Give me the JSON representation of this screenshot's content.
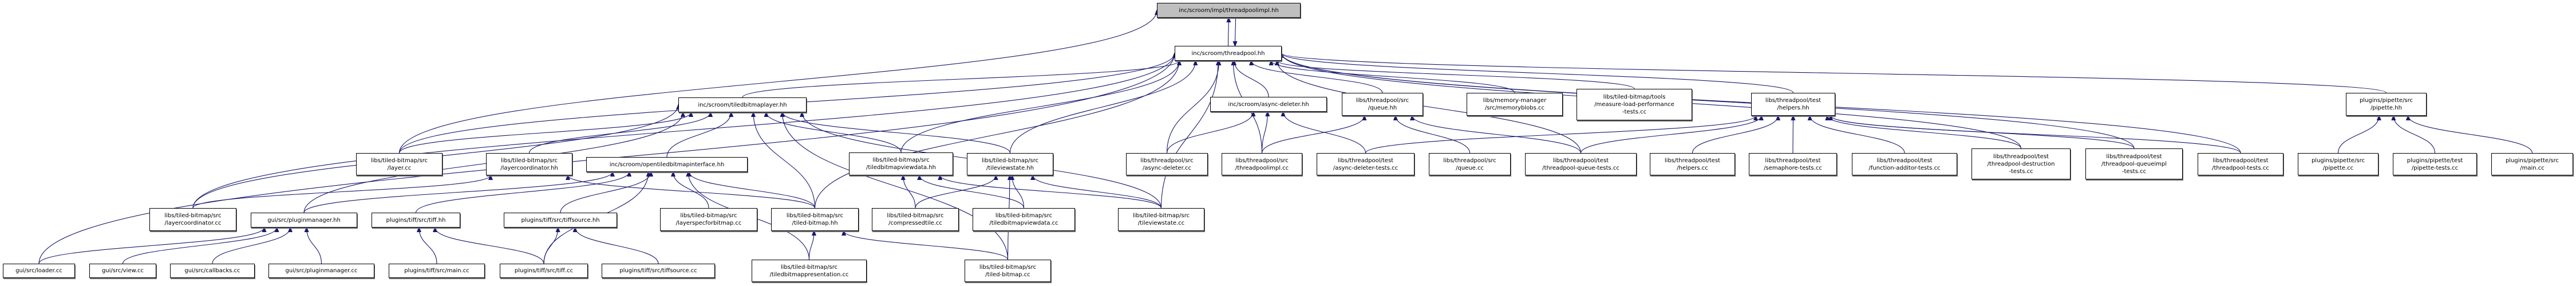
{
  "title": "Include dependency graph for inc/scroom/impl/threadpoolimpl.hh",
  "colors": {
    "edge": "#191970",
    "root_fill": "#bfbfbf",
    "node_fill": "#ffffff",
    "border": "#000000"
  },
  "nodes": {
    "threadpoolimpl_hh": {
      "label": "inc/scroom/impl/threadpoolimpl.hh",
      "root": true
    },
    "threadpool_hh": {
      "label": "inc/scroom/threadpool.hh"
    },
    "tiledbitmaplayer_hh": {
      "label": "inc/scroom/tiledbitmaplayer.hh"
    },
    "layer_cc": {
      "label": "libs/tiled-bitmap/src\n/layer.cc"
    },
    "layercoordinator_hh": {
      "label": "libs/tiled-bitmap/src\n/layercoordinator.hh"
    },
    "opentiledbitmapinterface_hh": {
      "label": "inc/scroom/opentiledbitmapinterface.hh"
    },
    "layercoordinator_cc": {
      "label": "libs/tiled-bitmap/src\n/layercoordinator.cc"
    },
    "pluginmanager_hh": {
      "label": "gui/src/pluginmanager.hh"
    },
    "tiff_hh": {
      "label": "plugins/tiff/src/tiff.hh"
    },
    "tiffsource_hh": {
      "label": "plugins/tiff/src/tiffsource.hh"
    },
    "layerspecforbitmap_cc": {
      "label": "libs/tiled-bitmap/src\n/layerspecforbitmap.cc"
    },
    "tiled_bitmap_hh": {
      "label": "libs/tiled-bitmap/src\n/tiled-bitmap.hh"
    },
    "loader_cc": {
      "label": "gui/src/loader.cc"
    },
    "view_cc": {
      "label": "gui/src/view.cc"
    },
    "callbacks_cc": {
      "label": "gui/src/callbacks.cc"
    },
    "pluginmanager_cc": {
      "label": "gui/src/pluginmanager.cc"
    },
    "tiff_main_cc": {
      "label": "plugins/tiff/src/main.cc"
    },
    "tiff_cc": {
      "label": "plugins/tiff/src/tiff.cc"
    },
    "tiffsource_cc": {
      "label": "plugins/tiff/src/tiffsource.cc"
    },
    "tiledbitmappresentation_cc": {
      "label": "libs/tiled-bitmap/src\n/tiledbitmappresentation.cc"
    },
    "tiledbitmapviewdata_hh": {
      "label": "libs/tiled-bitmap/src\n/tiledbitmapviewdata.hh"
    },
    "tileviewstate_hh": {
      "label": "libs/tiled-bitmap/src\n/tileviewstate.hh"
    },
    "compressedtile_cc": {
      "label": "libs/tiled-bitmap/src\n/compressedtile.cc"
    },
    "tiledbitmapviewdata_cc": {
      "label": "libs/tiled-bitmap/src\n/tiledbitmapviewdata.cc"
    },
    "tileviewstate_cc": {
      "label": "libs/tiled-bitmap/src\n/tileviewstate.cc"
    },
    "tiled_bitmap_cc": {
      "label": "libs/tiled-bitmap/src\n/tiled-bitmap.cc"
    },
    "async_deleter_hh": {
      "label": "inc/scroom/async-deleter.hh"
    },
    "queue_hh": {
      "label": "libs/threadpool/src\n/queue.hh"
    },
    "memoryblobs_cc": {
      "label": "libs/memory-manager\n/src/memoryblobs.cc"
    },
    "measure_load_cc": {
      "label": "libs/tiled-bitmap/tools\n/measure-load-performance\n-tests.cc"
    },
    "async_deleter_cc": {
      "label": "libs/threadpool/src\n/async-deleter.cc"
    },
    "threadpoolimpl_cc": {
      "label": "libs/threadpool/src\n/threadpoolimpl.cc"
    },
    "async_deleter_tests_cc": {
      "label": "libs/threadpool/test\n/async-deleter-tests.cc"
    },
    "queue_cc": {
      "label": "libs/threadpool/src\n/queue.cc"
    },
    "threadpool_queue_tests_cc": {
      "label": "libs/threadpool/test\n/threadpool-queue-tests.cc"
    },
    "helpers_hh": {
      "label": "libs/threadpool/test\n/helpers.hh"
    },
    "helpers_cc": {
      "label": "libs/threadpool/test\n/helpers.cc"
    },
    "semaphore_tests_cc": {
      "label": "libs/threadpool/test\n/semaphore-tests.cc"
    },
    "function_additor_tests_cc": {
      "label": "libs/threadpool/test\n/function-additor-tests.cc"
    },
    "threadpool_destruction_tests_cc": {
      "label": "libs/threadpool/test\n/threadpool-destruction\n-tests.cc"
    },
    "threadpool_queueimpl_tests_cc": {
      "label": "libs/threadpool/test\n/threadpool-queueimpl\n-tests.cc"
    },
    "threadpool_tests_cc": {
      "label": "libs/threadpool/test\n/threadpool-tests.cc"
    },
    "pipette_hh": {
      "label": "plugins/pipette/src\n/pipette.hh"
    },
    "pipette_cc": {
      "label": "plugins/pipette/src\n/pipette.cc"
    },
    "pipette_tests_cc": {
      "label": "plugins/pipette/test\n/pipette-tests.cc"
    },
    "pipette_main_cc": {
      "label": "plugins/pipette/src\n/main.cc"
    }
  },
  "edges": [
    [
      "threadpool_hh",
      "threadpoolimpl_hh"
    ],
    [
      "threadpoolimpl_hh",
      "threadpool_hh"
    ],
    [
      "layer_cc",
      "threadpoolimpl_hh"
    ],
    [
      "tiledbitmaplayer_hh",
      "threadpool_hh"
    ],
    [
      "layer_cc",
      "threadpool_hh"
    ],
    [
      "layercoordinator_cc",
      "threadpool_hh"
    ],
    [
      "loader_cc",
      "threadpool_hh"
    ],
    [
      "tiled_bitmap_hh",
      "threadpool_hh"
    ],
    [
      "tiledbitmapviewdata_hh",
      "threadpool_hh"
    ],
    [
      "tileviewstate_hh",
      "threadpool_hh"
    ],
    [
      "tileviewstate_cc",
      "threadpool_hh"
    ],
    [
      "async_deleter_hh",
      "threadpool_hh"
    ],
    [
      "async_deleter_cc",
      "threadpool_hh"
    ],
    [
      "threadpoolimpl_cc",
      "threadpool_hh"
    ],
    [
      "queue_hh",
      "threadpool_hh"
    ],
    [
      "memoryblobs_cc",
      "threadpool_hh"
    ],
    [
      "measure_load_cc",
      "threadpool_hh"
    ],
    [
      "threadpool_queue_tests_cc",
      "threadpool_hh"
    ],
    [
      "helpers_hh",
      "threadpool_hh"
    ],
    [
      "threadpool_destruction_tests_cc",
      "threadpool_hh"
    ],
    [
      "threadpool_queueimpl_tests_cc",
      "threadpool_hh"
    ],
    [
      "threadpool_tests_cc",
      "threadpool_hh"
    ],
    [
      "pipette_hh",
      "threadpool_hh"
    ],
    [
      "layer_cc",
      "tiledbitmaplayer_hh"
    ],
    [
      "layercoordinator_hh",
      "tiledbitmaplayer_hh"
    ],
    [
      "layercoordinator_cc",
      "tiledbitmaplayer_hh"
    ],
    [
      "opentiledbitmapinterface_hh",
      "tiledbitmaplayer_hh"
    ],
    [
      "pluginmanager_hh",
      "tiledbitmaplayer_hh"
    ],
    [
      "tiled_bitmap_hh",
      "tiledbitmaplayer_hh"
    ],
    [
      "tiledbitmapviewdata_hh",
      "tiledbitmaplayer_hh"
    ],
    [
      "tileviewstate_hh",
      "tiledbitmaplayer_hh"
    ],
    [
      "tileviewstate_cc",
      "tiledbitmaplayer_hh"
    ],
    [
      "tiled_bitmap_cc",
      "tiledbitmaplayer_hh"
    ],
    [
      "pluginmanager_hh",
      "opentiledbitmapinterface_hh"
    ],
    [
      "tiff_hh",
      "opentiledbitmapinterface_hh"
    ],
    [
      "tiffsource_hh",
      "opentiledbitmapinterface_hh"
    ],
    [
      "tiff_cc",
      "opentiledbitmapinterface_hh"
    ],
    [
      "layerspecforbitmap_cc",
      "opentiledbitmapinterface_hh"
    ],
    [
      "tiled_bitmap_hh",
      "opentiledbitmapinterface_hh"
    ],
    [
      "tiledbitmappresentation_cc",
      "opentiledbitmapinterface_hh"
    ],
    [
      "layercoordinator_cc",
      "layercoordinator_hh"
    ],
    [
      "tiled_bitmap_hh",
      "layercoordinator_hh"
    ],
    [
      "loader_cc",
      "pluginmanager_hh"
    ],
    [
      "view_cc",
      "pluginmanager_hh"
    ],
    [
      "callbacks_cc",
      "pluginmanager_hh"
    ],
    [
      "pluginmanager_cc",
      "pluginmanager_hh"
    ],
    [
      "tiff_main_cc",
      "tiff_hh"
    ],
    [
      "tiff_cc",
      "tiff_hh"
    ],
    [
      "tiff_cc",
      "tiffsource_hh"
    ],
    [
      "tiffsource_cc",
      "tiffsource_hh"
    ],
    [
      "tiledbitmappresentation_cc",
      "tiled_bitmap_hh"
    ],
    [
      "tiled_bitmap_cc",
      "tiled_bitmap_hh"
    ],
    [
      "compressedtile_cc",
      "tiledbitmapviewdata_hh"
    ],
    [
      "tiledbitmapviewdata_cc",
      "tiledbitmapviewdata_hh"
    ],
    [
      "tileviewstate_cc",
      "tiledbitmapviewdata_hh"
    ],
    [
      "compressedtile_cc",
      "tileviewstate_hh"
    ],
    [
      "tiledbitmapviewdata_cc",
      "tileviewstate_hh"
    ],
    [
      "tileviewstate_cc",
      "tileviewstate_hh"
    ],
    [
      "tiled_bitmap_cc",
      "tileviewstate_hh"
    ],
    [
      "async_deleter_cc",
      "async_deleter_hh"
    ],
    [
      "threadpoolimpl_cc",
      "async_deleter_hh"
    ],
    [
      "async_deleter_tests_cc",
      "async_deleter_hh"
    ],
    [
      "threadpoolimpl_cc",
      "queue_hh"
    ],
    [
      "queue_cc",
      "queue_hh"
    ],
    [
      "threadpool_queue_tests_cc",
      "queue_hh"
    ],
    [
      "async_deleter_tests_cc",
      "helpers_hh"
    ],
    [
      "threadpool_queue_tests_cc",
      "helpers_hh"
    ],
    [
      "helpers_cc",
      "helpers_hh"
    ],
    [
      "semaphore_tests_cc",
      "helpers_hh"
    ],
    [
      "function_additor_tests_cc",
      "helpers_hh"
    ],
    [
      "threadpool_destruction_tests_cc",
      "helpers_hh"
    ],
    [
      "threadpool_queueimpl_tests_cc",
      "helpers_hh"
    ],
    [
      "threadpool_tests_cc",
      "helpers_hh"
    ],
    [
      "pipette_cc",
      "pipette_hh"
    ],
    [
      "pipette_tests_cc",
      "pipette_hh"
    ],
    [
      "pipette_main_cc",
      "pipette_hh"
    ]
  ]
}
